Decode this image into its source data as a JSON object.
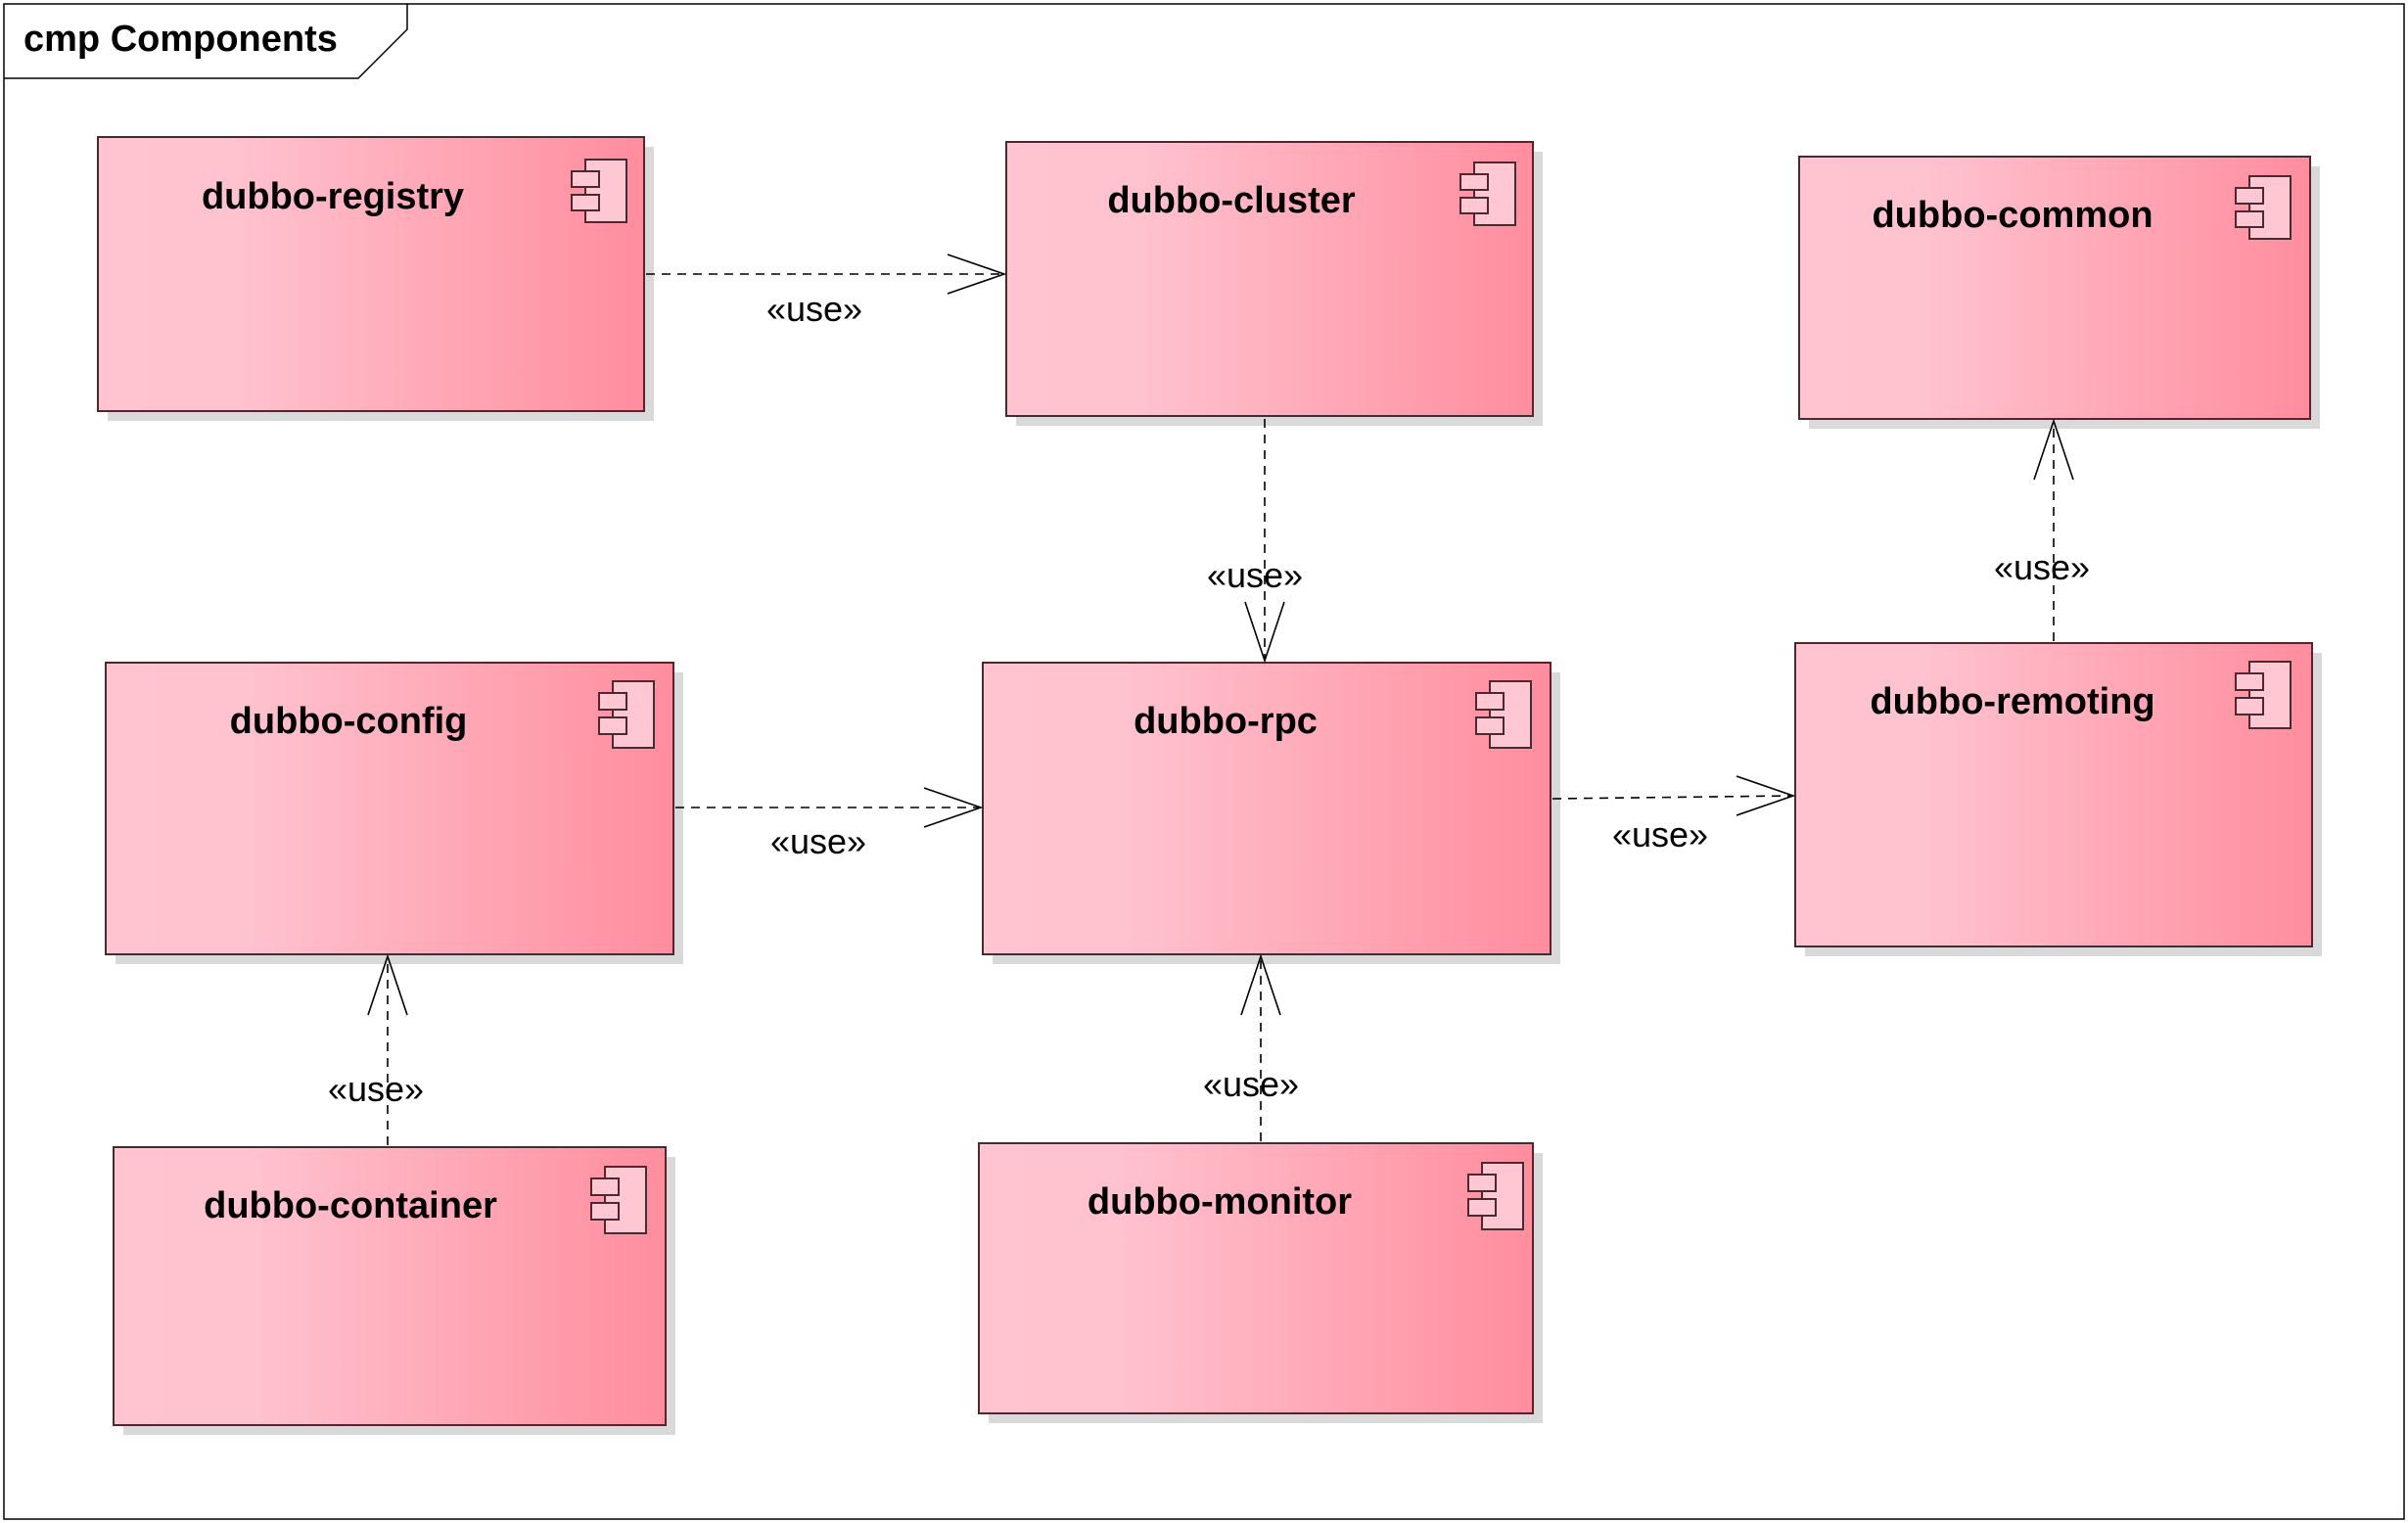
{
  "frame": {
    "title": "cmp Components"
  },
  "components": {
    "registry": {
      "name": "dubbo-registry"
    },
    "cluster": {
      "name": "dubbo-cluster"
    },
    "common": {
      "name": "dubbo-common"
    },
    "config": {
      "name": "dubbo-config"
    },
    "rpc": {
      "name": "dubbo-rpc"
    },
    "remoting": {
      "name": "dubbo-remoting"
    },
    "container": {
      "name": "dubbo-container"
    },
    "monitor": {
      "name": "dubbo-monitor"
    }
  },
  "dependencies": [
    {
      "from": "dubbo-registry",
      "to": "dubbo-cluster",
      "label": "«use»"
    },
    {
      "from": "dubbo-cluster",
      "to": "dubbo-rpc",
      "label": "«use»"
    },
    {
      "from": "dubbo-remoting",
      "to": "dubbo-common",
      "label": "«use»"
    },
    {
      "from": "dubbo-config",
      "to": "dubbo-rpc",
      "label": "«use»"
    },
    {
      "from": "dubbo-rpc",
      "to": "dubbo-remoting",
      "label": "«use»"
    },
    {
      "from": "dubbo-container",
      "to": "dubbo-config",
      "label": "«use»"
    },
    {
      "from": "dubbo-monitor",
      "to": "dubbo-rpc",
      "label": "«use»"
    }
  ],
  "colors": {
    "box_light": "#ffc4d0",
    "box_dark": "#ff8d9e",
    "border": "#4a2a30",
    "shadow": "#d9d9d9",
    "line": "#000000"
  }
}
